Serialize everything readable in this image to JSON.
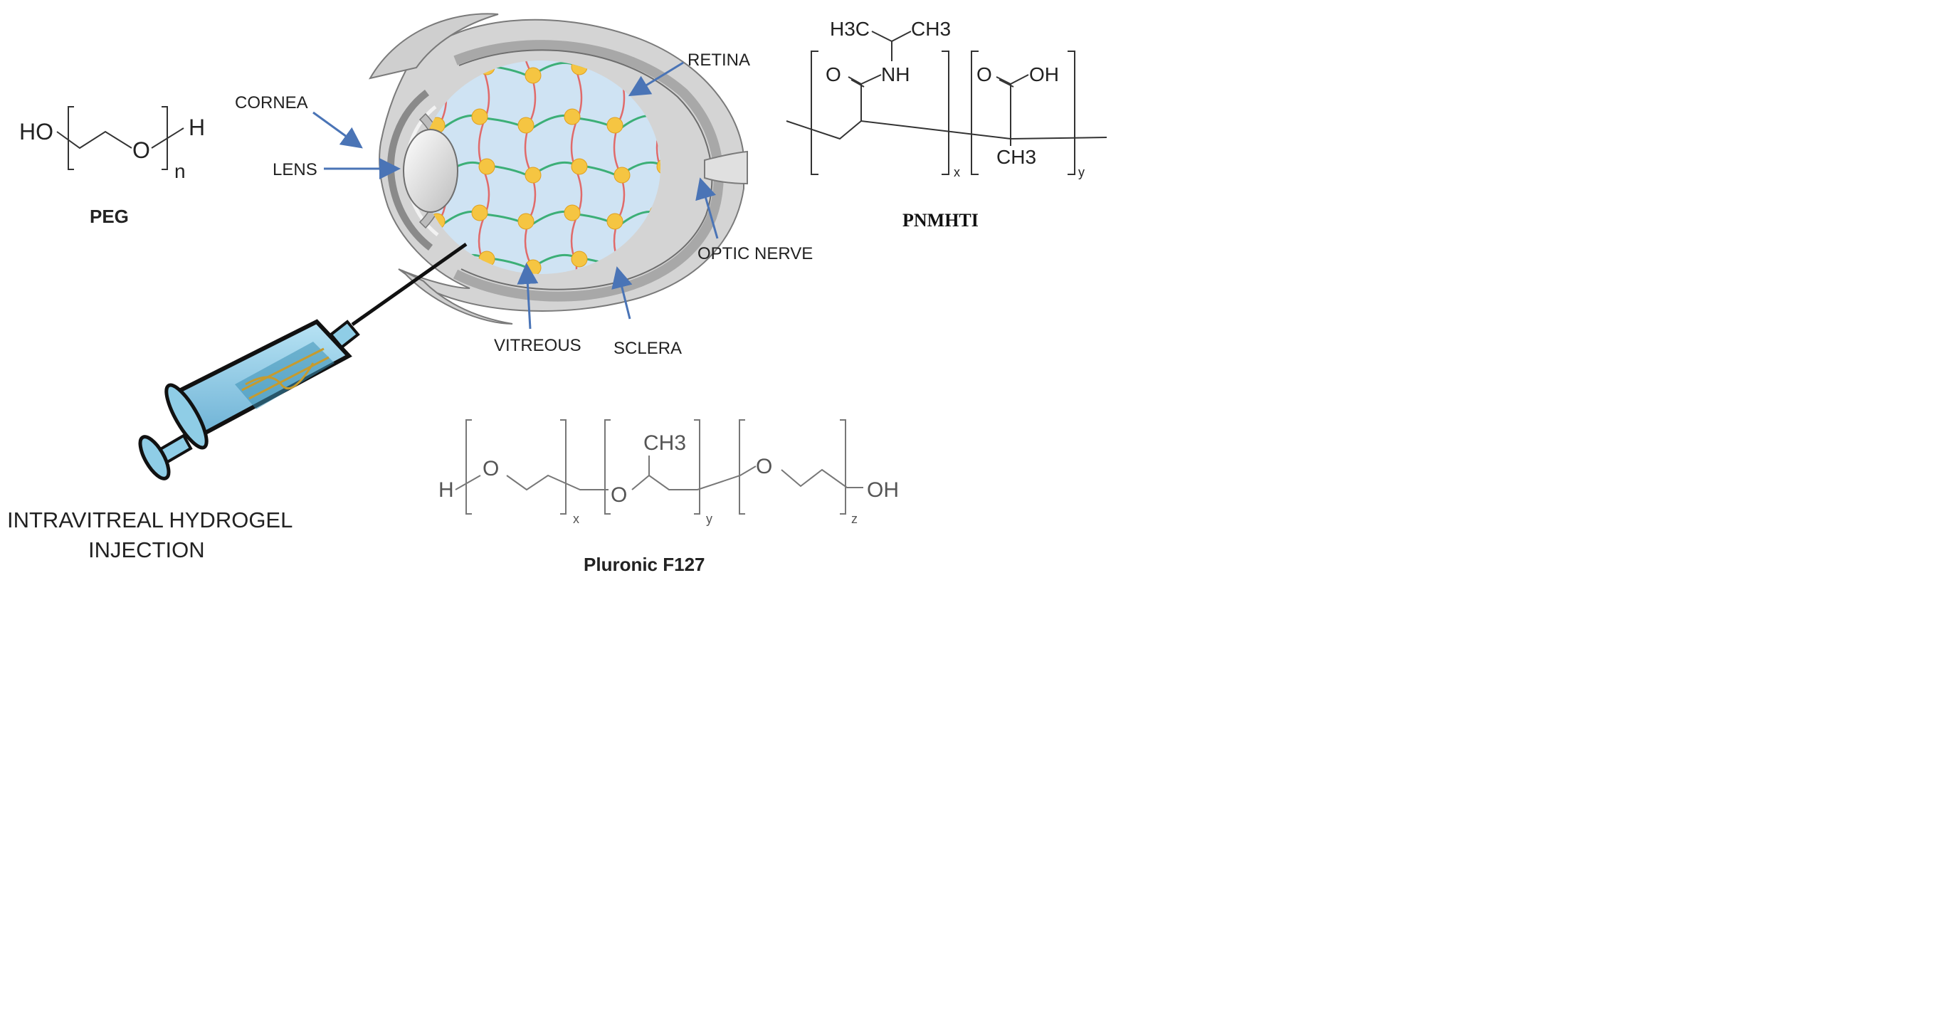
{
  "molecules": {
    "peg": {
      "name": "PEG",
      "ho": "HO",
      "o": "O",
      "h": "H",
      "sub_n": "n"
    },
    "pnmhti": {
      "name": "PNMHTI",
      "h3c": "H3C",
      "ch3_top": "CH3",
      "o1": "O",
      "nh": "NH",
      "o2": "O",
      "oh": "OH",
      "ch3_bottom": "CH3",
      "sub_x": "x",
      "sub_y": "y"
    },
    "pluronic": {
      "name": "Pluronic F127",
      "h": "H",
      "o1": "O",
      "o2": "O",
      "ch3": "CH3",
      "o3": "O",
      "oh": "OH",
      "sub_x": "x",
      "sub_y": "y",
      "sub_z": "z"
    }
  },
  "eye_labels": {
    "cornea": "CORNEA",
    "lens": "LENS",
    "retina": "RETINA",
    "optic_nerve": "OPTIC NERVE",
    "vitreous": "VITREOUS",
    "sclera": "SCLERA"
  },
  "injection": {
    "line1": "INTRAVITREAL HYDROGEL",
    "line2": "INJECTION"
  },
  "colors": {
    "arrow": "#4a74b6",
    "gel_bg": "#cfe3f3",
    "node": "#f5c542",
    "chain_green": "#3caf77",
    "chain_red": "#e06a6a",
    "eye_grey": "#bdbdbd"
  }
}
